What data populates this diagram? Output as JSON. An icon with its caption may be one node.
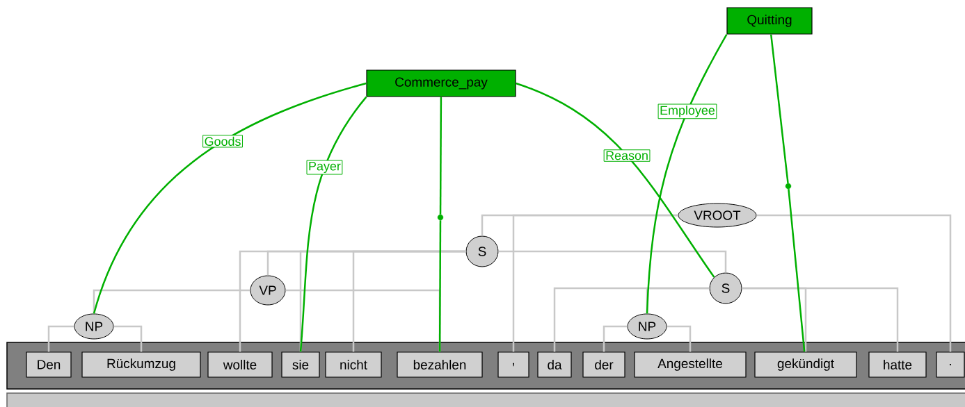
{
  "diagram": {
    "nodes": [
      {
        "text": [
          "Quitting"
        ]
      },
      {
        "text": [
          "Commerce_pay"
        ]
      },
      {
        "text": [
          "VROOT"
        ]
      },
      {
        "text": [
          "S"
        ]
      },
      {
        "text": [
          "VP"
        ]
      },
      {
        "text": [
          "S"
        ]
      },
      {
        "text": [
          "NP"
        ]
      },
      {
        "text": [
          "NP"
        ]
      },
      {
        "text": [
          "Den"
        ]
      },
      {
        "text": [
          "Rückumzug"
        ]
      },
      {
        "text": [
          "wollte"
        ]
      },
      {
        "text": [
          "sie"
        ]
      },
      {
        "text": [
          "nicht"
        ]
      },
      {
        "text": [
          "bezahlen"
        ]
      },
      {
        "text": [
          ","
        ]
      },
      {
        "text": [
          "da"
        ]
      },
      {
        "text": [
          "der"
        ]
      },
      {
        "text": [
          "Angestellte"
        ]
      },
      {
        "text": [
          "gekündigt"
        ]
      },
      {
        "text": [
          "hatte"
        ]
      },
      {
        "text": [
          "."
        ]
      },
      {
        "text": [],
        "shape": "circle"
      },
      {
        "text": [],
        "shape": "circle"
      }
    ],
    "edges": [
      {
        "from": 1,
        "to": 6,
        "arrow": "none",
        "label": "Goods",
        "color": "#00b000"
      },
      {
        "from": 1,
        "to": 11,
        "arrow": "none",
        "label": "Payer",
        "color": "#00b000"
      },
      {
        "from": 1,
        "to": 21,
        "arrow": "none",
        "color": "#00b000"
      },
      {
        "from": 1,
        "to": 5,
        "arrow": "none",
        "label": "Reason",
        "color": "#00b000"
      },
      {
        "from": 0,
        "to": 7,
        "arrow": "none",
        "label": "Employee",
        "color": "#00b000"
      },
      {
        "from": 0,
        "to": 22,
        "arrow": "none",
        "color": "#00b000"
      },
      {
        "from": 2,
        "to": 3,
        "arrow": "none"
      },
      {
        "from": 2,
        "to": 14,
        "arrow": "none"
      },
      {
        "from": 2,
        "to": 20,
        "arrow": "none"
      },
      {
        "from": 3,
        "to": 10,
        "arrow": "none"
      },
      {
        "from": 3,
        "to": 4,
        "arrow": "none"
      },
      {
        "from": 3,
        "to": 11,
        "arrow": "none"
      },
      {
        "from": 3,
        "to": 12,
        "arrow": "none"
      },
      {
        "from": 3,
        "to": 5,
        "arrow": "none"
      },
      {
        "from": 4,
        "to": 6,
        "arrow": "none"
      },
      {
        "from": 4,
        "to": 13,
        "arrow": "none"
      },
      {
        "from": 5,
        "to": 15,
        "arrow": "none"
      },
      {
        "from": 5,
        "to": 7,
        "arrow": "none"
      },
      {
        "from": 5,
        "to": 18,
        "arrow": "none"
      },
      {
        "from": 5,
        "to": 19,
        "arrow": "none"
      },
      {
        "from": 6,
        "to": 8,
        "arrow": "none"
      },
      {
        "from": 6,
        "to": 9,
        "arrow": "none"
      },
      {
        "from": 7,
        "to": 16,
        "arrow": "none"
      },
      {
        "from": 7,
        "to": 17,
        "arrow": "none"
      },
      {
        "from": 21,
        "to": 13,
        "arrow": "none",
        "color": "#00b000"
      },
      {
        "from": 22,
        "to": 18,
        "arrow": "none",
        "color": "#00b000"
      }
    ]
  }
}
